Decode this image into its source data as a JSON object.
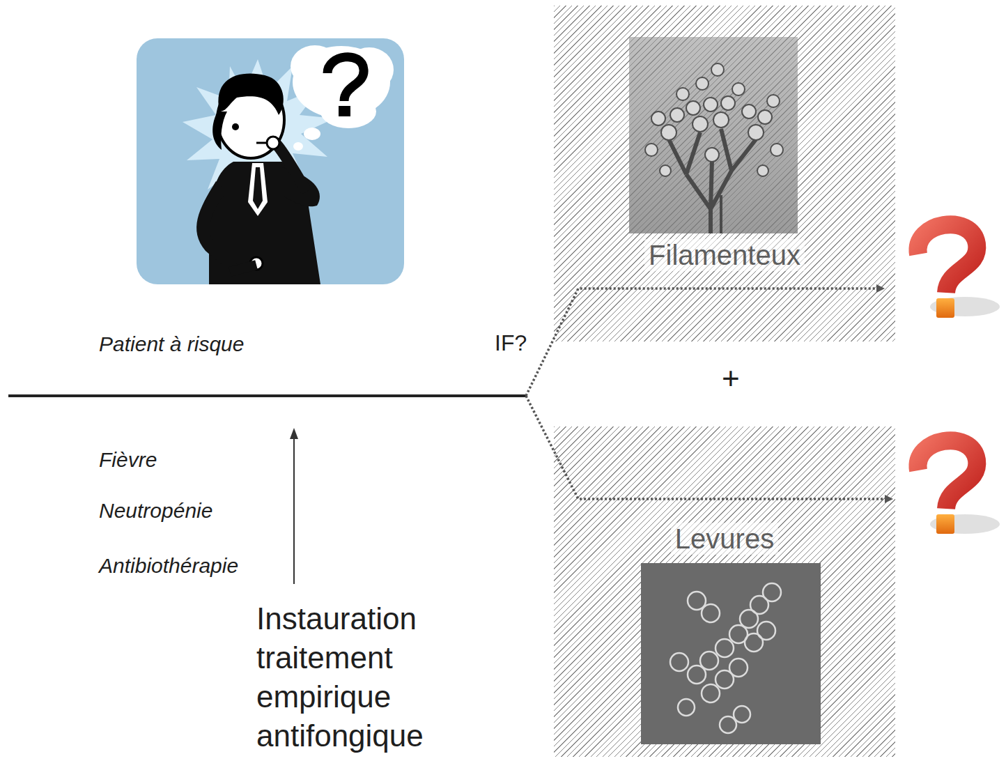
{
  "diagram": {
    "nodes": [
      {
        "text": [
          "Filamenteux"
        ]
      },
      {
        "text": [
          "Levures"
        ]
      }
    ],
    "labels": [
      "Patient à risque",
      "IF?",
      "+",
      "Fièvre",
      "Neutropénie",
      "Antibiothérapie",
      "Instauration traitement empirique antifongique"
    ]
  }
}
